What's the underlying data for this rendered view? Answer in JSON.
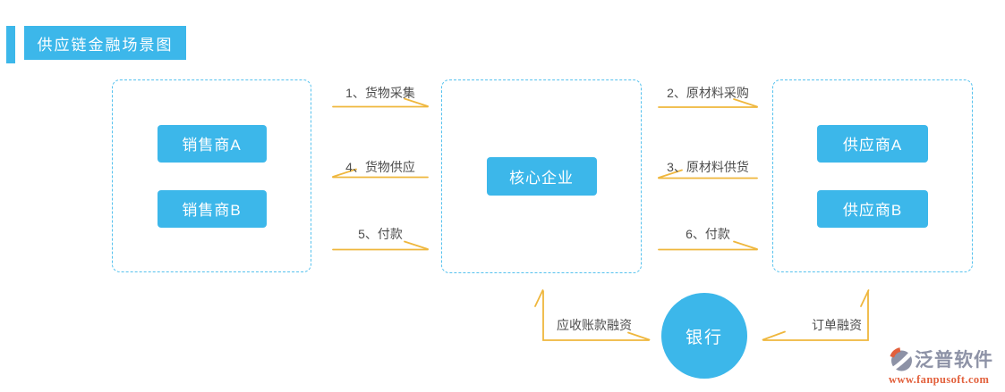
{
  "page_title": "供应链金融场景图",
  "colors": {
    "primary_blue": "#3cb7ea",
    "box_border_blue": "#56c2ee",
    "arrow_yellow": "#efb73d",
    "label_gray": "#4d4d4d",
    "watermark_gray": "#8d92a6",
    "watermark_orange": "#e2603c"
  },
  "nodes": {
    "sellers": [
      "销售商A",
      "销售商B"
    ],
    "core": [
      "核心企业"
    ],
    "suppliers": [
      "供应商A",
      "供应商B"
    ],
    "bank": "银行"
  },
  "flows": {
    "left_gap": [
      {
        "label": "1、货物采集",
        "direction": "right"
      },
      {
        "label": "4、货物供应",
        "direction": "left"
      },
      {
        "label": "5、付款",
        "direction": "right"
      }
    ],
    "right_gap": [
      {
        "label": "2、原材料采购",
        "direction": "right"
      },
      {
        "label": "3、原材料供货",
        "direction": "left"
      },
      {
        "label": "6、付款",
        "direction": "right"
      }
    ],
    "bank_to_core": {
      "label": "应收账款融资"
    },
    "bank_to_suppliers": {
      "label": "订单融资"
    }
  },
  "watermark": {
    "brand": "泛普软件",
    "url": "www.fanpusoft.com",
    "logo_icon": "fanpu-logo-icon"
  }
}
